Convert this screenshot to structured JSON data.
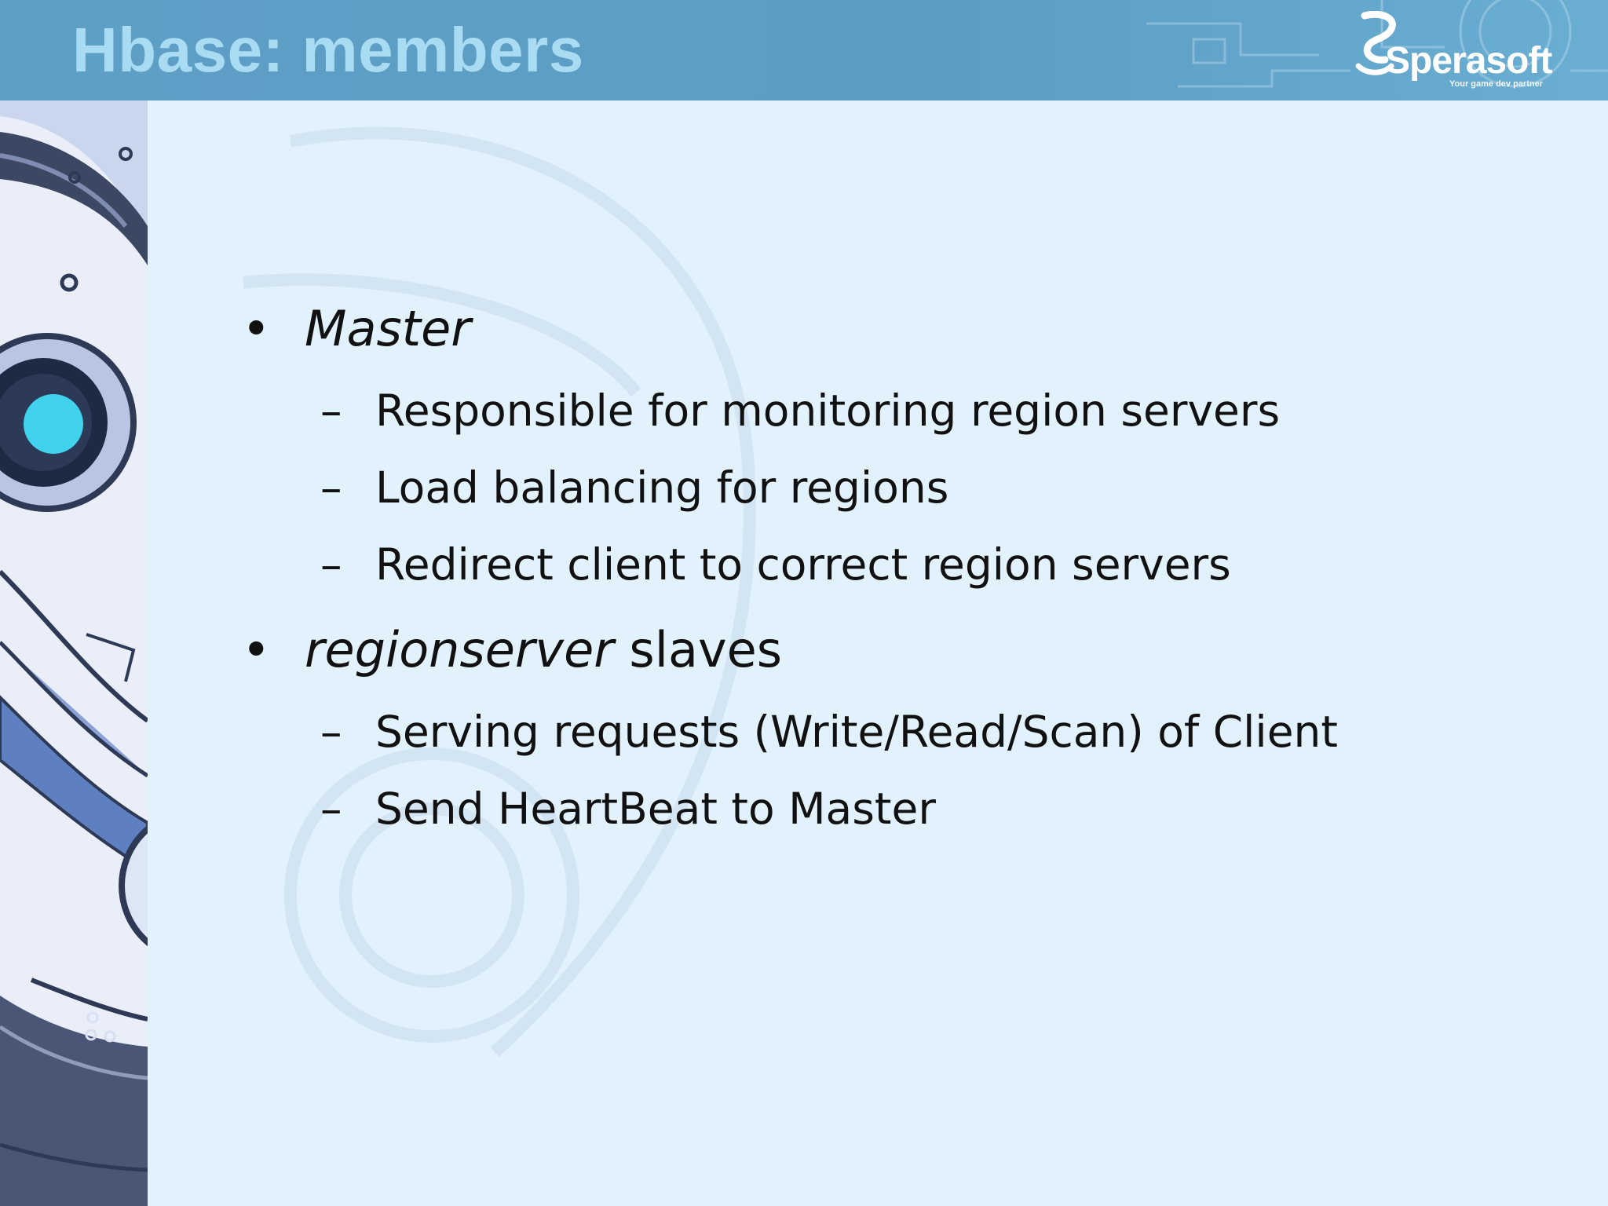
{
  "slide": {
    "title": "Hbase: members"
  },
  "logo": {
    "name": "Sperasoft",
    "tagline": "Your game dev partner"
  },
  "bullets": [
    {
      "marker": "•",
      "italic_text": "Master",
      "rest_text": "",
      "sub": [
        {
          "marker": "–",
          "text": "Responsible for monitoring region servers"
        },
        {
          "marker": "–",
          "text": "Load balancing for regions"
        },
        {
          "marker": "–",
          "text": "Redirect client to correct region servers"
        }
      ]
    },
    {
      "marker": "•",
      "italic_text": "regionserver",
      "rest_text": " slaves",
      "sub": [
        {
          "marker": "–",
          "text": "Serving requests (Write/Read/Scan) of Client"
        },
        {
          "marker": "–",
          "text": "Send HeartBeat to Master"
        }
      ]
    }
  ],
  "colors": {
    "header": "#5e9fc6",
    "title": "#a9dcf3",
    "background": "#e1f2fd",
    "text": "#111111"
  }
}
